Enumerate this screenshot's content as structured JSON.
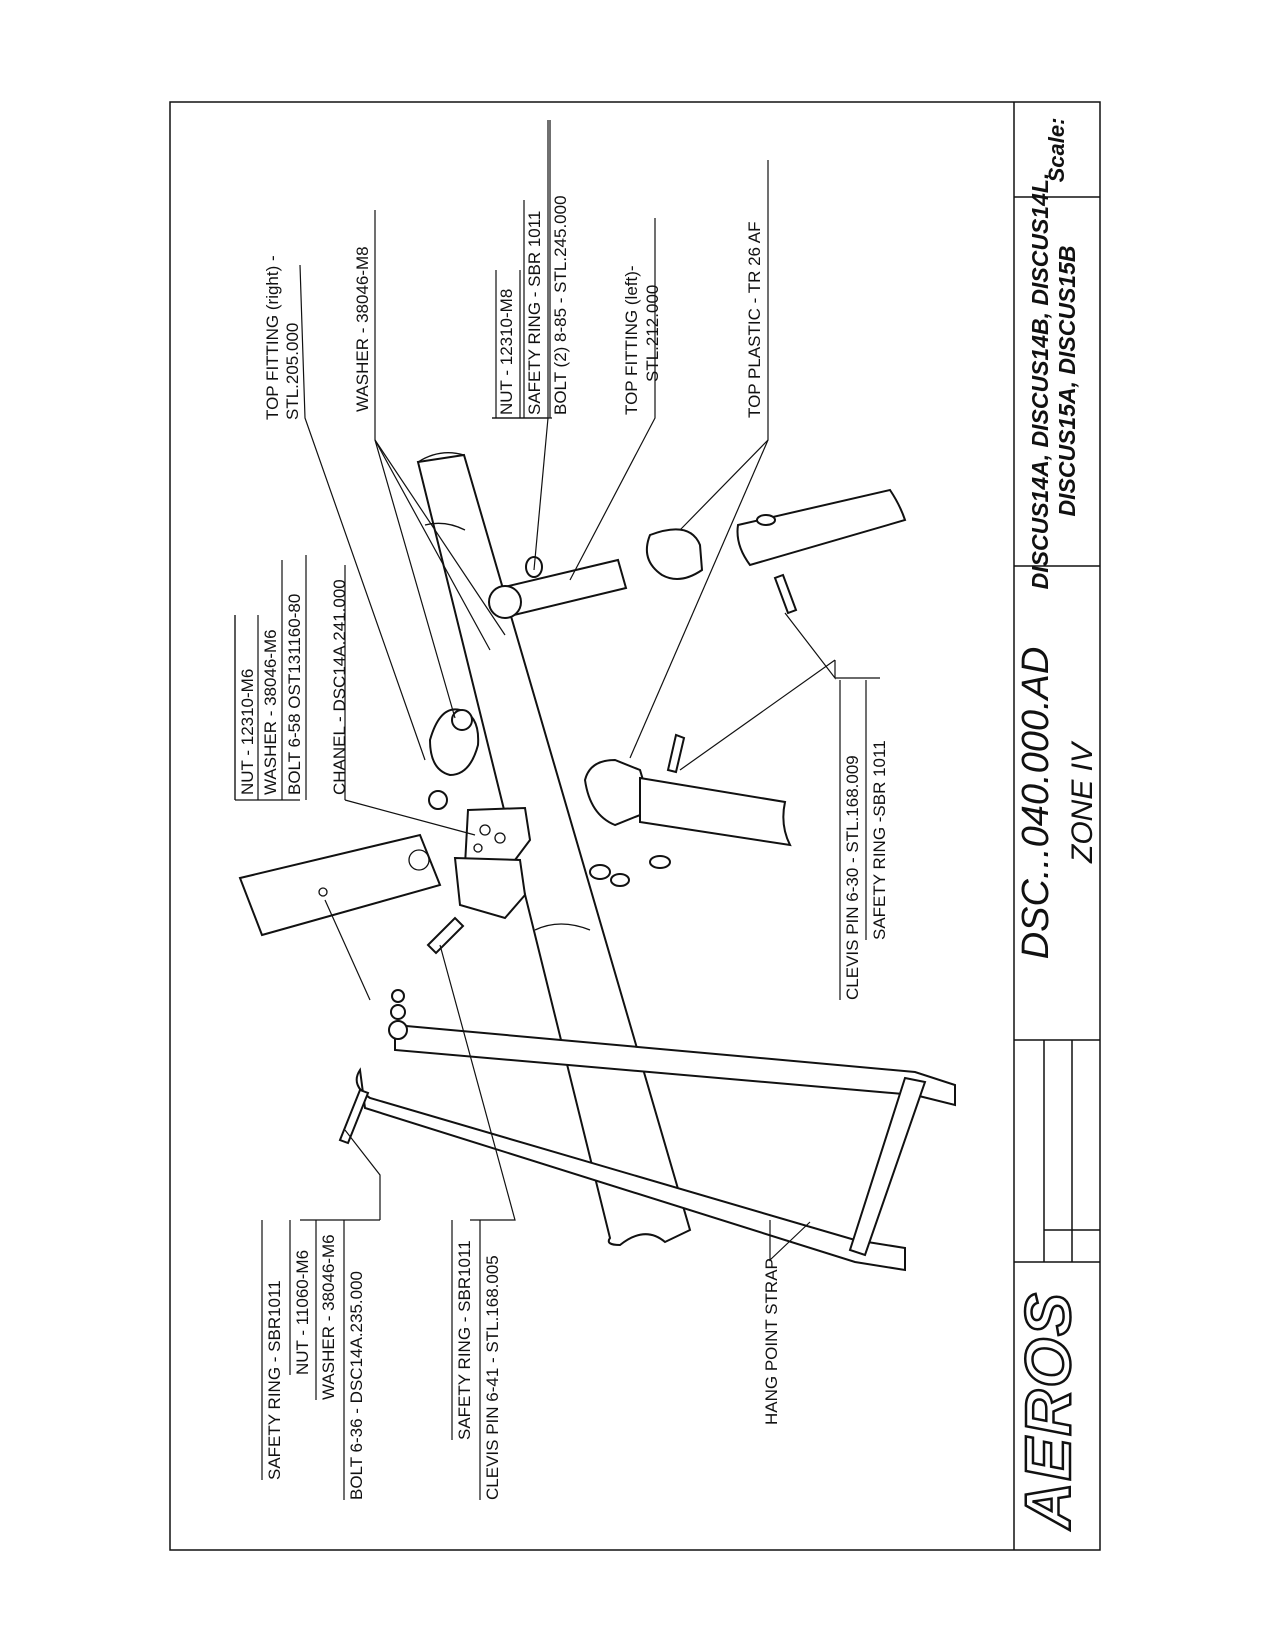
{
  "labels": {
    "top_fitting_right": [
      "TOP FITTING (right) -",
      "STL.205.000"
    ],
    "washer_m8": "WASHER - 38046-M8",
    "nut_safety_bolt_m8": [
      "NUT - 12310-M8",
      "SAFETY RING - SBR 1011",
      "BOLT (2) 8-85 - STL.245.000"
    ],
    "top_fitting_left": [
      "TOP FITTING (left)-",
      "STL.212.000"
    ],
    "top_plastic": "TOP PLASTIC - TR 26 AF",
    "nut_washer_bolt_m6": [
      "NUT - 12310-M6",
      "WASHER - 38046-M6",
      "BOLT 6-58 OST131160-80"
    ],
    "chanel": "CHANEL - DSC14A.241.000",
    "clevis_pin_30": [
      "CLEVIS PIN 6-30 - STL.168.009",
      "SAFETY RING -SBR 1011"
    ],
    "bolt_36_group": [
      "SAFETY RING - SBR1011",
      "NUT - 11060-M6",
      "WASHER - 38046-M6",
      "BOLT 6-36 - DSC14A.235.000"
    ],
    "clevis_pin_41": [
      "SAFETY RING - SBR1011",
      "CLEVIS PIN 6-41 - STL.168.005"
    ],
    "hang_point_strap": "HANG POINT STRAP"
  },
  "title_block": {
    "logo": "AEROS",
    "drawing_number": "DSC...040.000.AD",
    "zone": "ZONE IV",
    "models": [
      "DISCUS14A, DISCUS14B, DISCUS14L,",
      "DISCUS15A, DISCUS15B"
    ],
    "scale_label": "Scale:"
  }
}
